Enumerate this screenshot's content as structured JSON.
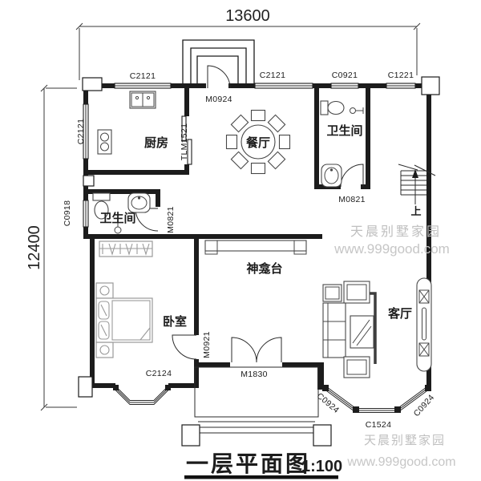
{
  "plan": {
    "dim_top": "13600",
    "dim_left": "12400",
    "rooms": {
      "kitchen": "厨房",
      "dining": "餐厅",
      "bath_top": "卫生间",
      "bath_left": "卫生间",
      "shrine": "神龛台",
      "bedroom": "卧室",
      "living": "客厅"
    },
    "openings": {
      "c2121_kitchen_top": "C2121",
      "c2121_kitchen_left": "C2121",
      "c2121_dining_top": "C2121",
      "c0921_top": "C0921",
      "c1221_top": "C1221",
      "m0924_entry": "M0924",
      "tlm1521_kitchen": "TLM1521",
      "m0821_bath_top": "M0821",
      "c0918_left": "C0918",
      "m0821_bath_left": "M0821",
      "m0921_bedroom": "M0921",
      "c2124_bedroom": "C2124",
      "m1830_main": "M1830",
      "c0924_bay_left": "C0924",
      "c1524_bay": "C1524",
      "c0924_bay_right": "C0924"
    },
    "stairs_up": "上"
  },
  "watermark": {
    "brand": "天晨别墅家园",
    "site": "www.999good.com"
  },
  "title": {
    "name": "一层平面图",
    "scale": "1:100"
  },
  "colors": {
    "ink": "#1c1c1c",
    "watermark": "#bfbfbf"
  }
}
